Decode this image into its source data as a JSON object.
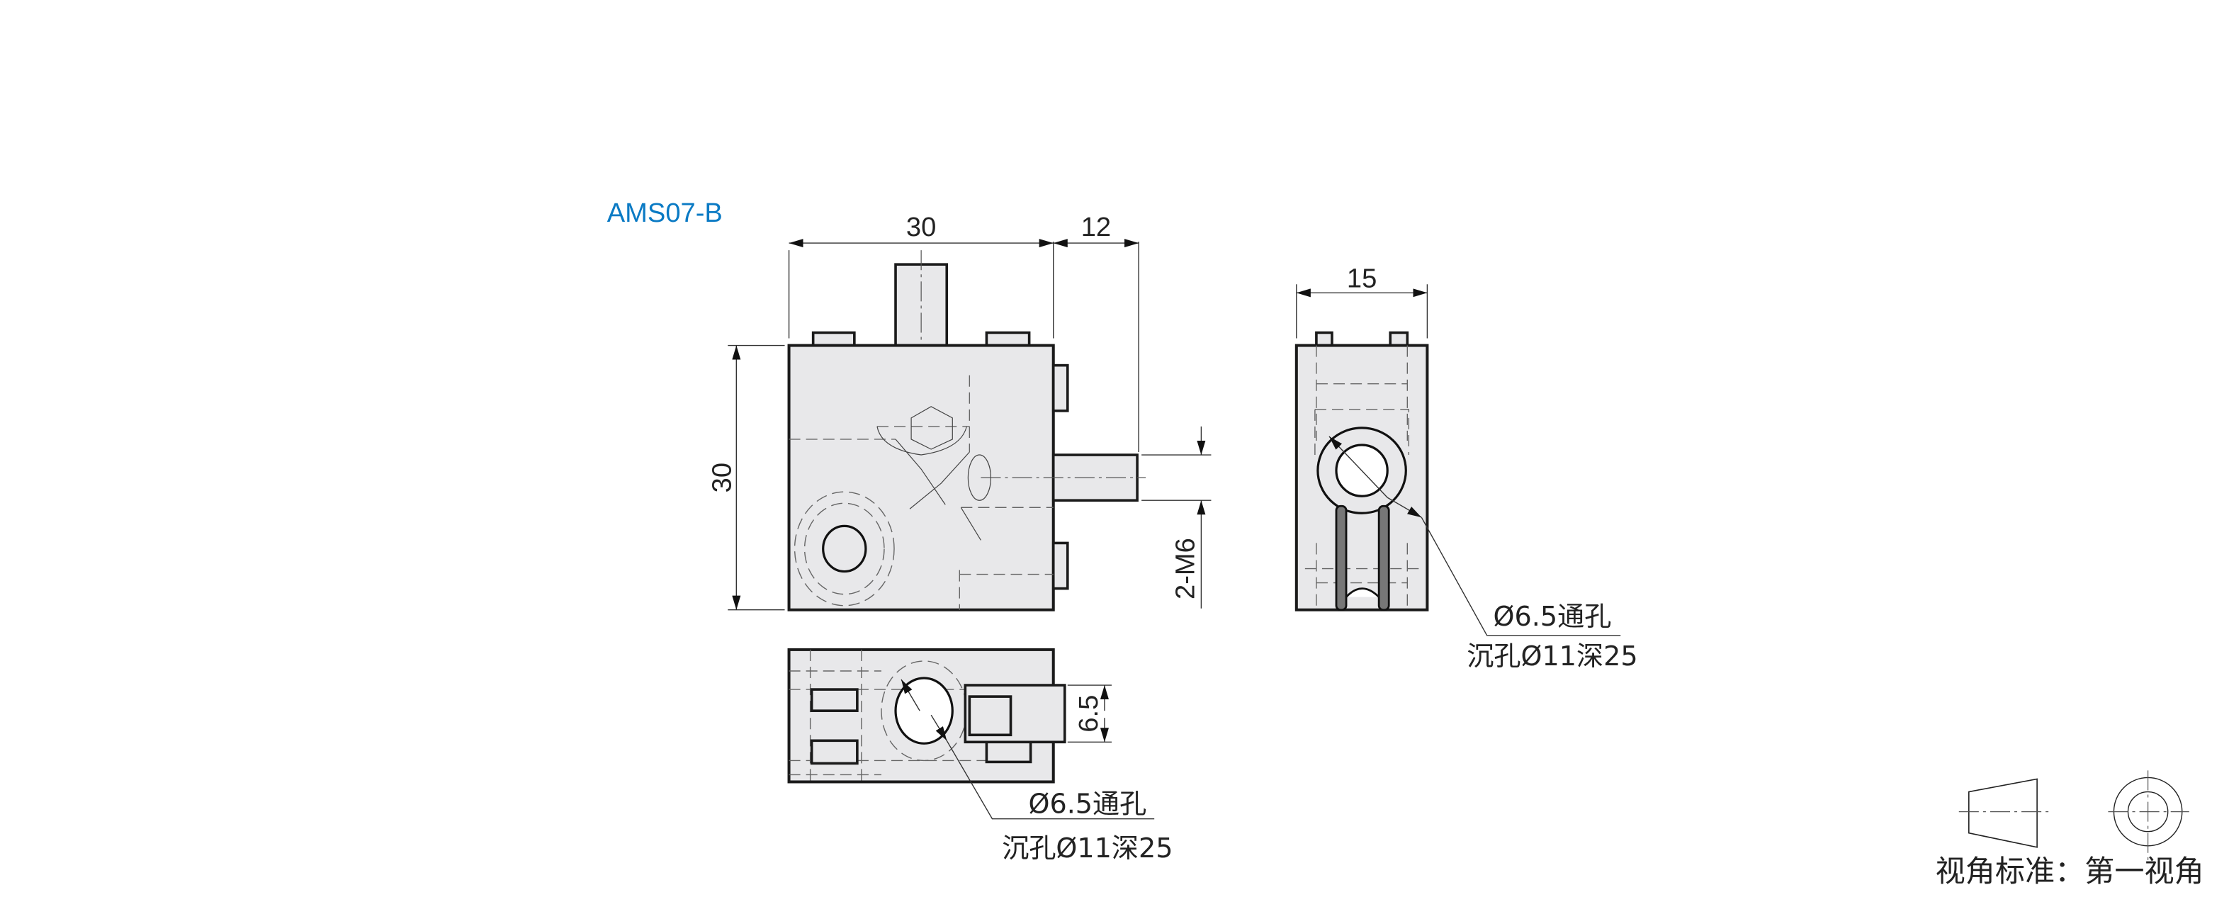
{
  "title": "AMS07-B",
  "front_view": {
    "dim_width": "30",
    "dim_bolt_length": "12",
    "dim_height": "30",
    "thread_label": "2-M6"
  },
  "side_view": {
    "dim_width": "15",
    "note_line1": "Ø6.5通孔",
    "note_line2": "沉孔Ø11深25"
  },
  "bottom_view": {
    "dim_slot": "6.5",
    "note_line1": "Ø6.5通孔",
    "note_line2": "沉孔Ø11深25"
  },
  "projection_symbol": {
    "label": "视角标准：第一视角"
  },
  "colors": {
    "title": "#0a7ac4",
    "part_fill": "#e8e8ea"
  }
}
